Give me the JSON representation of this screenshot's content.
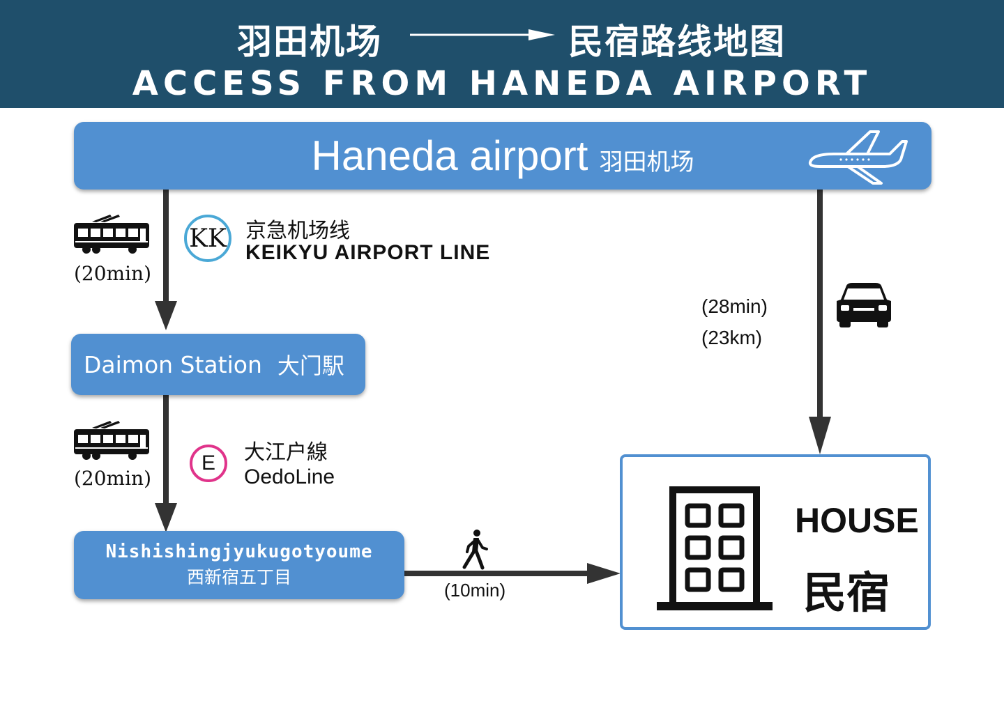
{
  "header": {
    "title_cn_left": "羽田机场",
    "title_cn_right": "民宿路线地图",
    "title_en": "ACCESS FROM HANEDA AIRPORT"
  },
  "airport": {
    "name": "Haneda airport",
    "name_cn": "羽田机场",
    "icon": "airplane-icon"
  },
  "route_train_1": {
    "duration": "(20min)",
    "line_badge": "KK",
    "line_cn": "京急机场线",
    "line_en": "KEIKYU AIRPORT LINE",
    "icon": "tram-icon",
    "badge_color": "#4aa8d6"
  },
  "station_1": {
    "name": "Daimon Station",
    "name_cn": "大门駅"
  },
  "route_train_2": {
    "duration": "(20min)",
    "line_badge": "E",
    "line_cn": "大江户線",
    "line_en": "OedoLine",
    "icon": "tram-icon",
    "badge_color": "#e0338a"
  },
  "station_2": {
    "name": "Nishishingjyukugotyoume",
    "name_cn": "西新宿五丁目"
  },
  "route_walk": {
    "duration": "(10min)",
    "icon": "walking-person-icon"
  },
  "route_car": {
    "duration": "(28min)",
    "distance": "(23km)",
    "icon": "car-icon"
  },
  "house": {
    "name": "HOUSE",
    "name_cn": "民宿",
    "icon": "building-icon"
  },
  "colors": {
    "header_bg": "#1f4f6b",
    "box_bg": "#5190d1",
    "line": "#333333"
  }
}
